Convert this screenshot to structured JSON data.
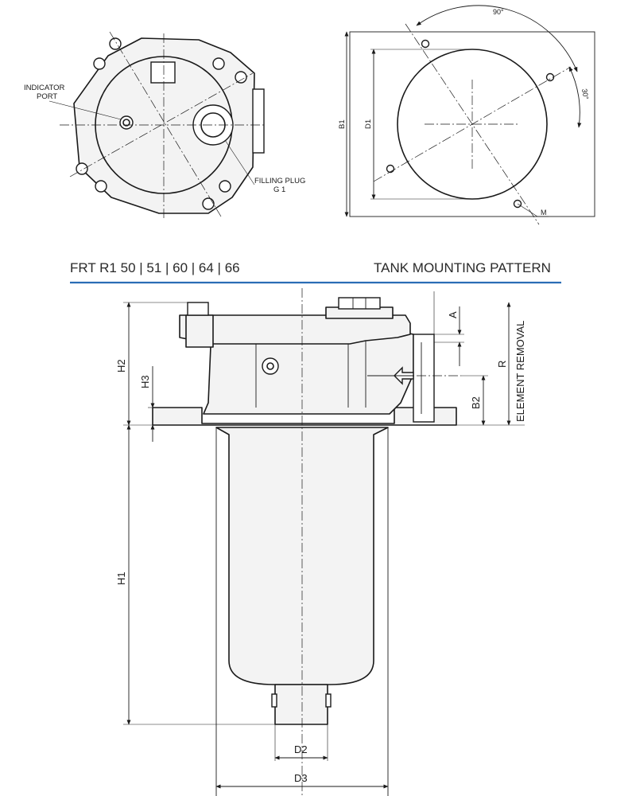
{
  "header": {
    "model_title": "FRT R1 50 | 51 | 60 | 64 | 66",
    "section_title": "TANK MOUNTING PATTERN",
    "rule_color": "#2a6db5"
  },
  "top_view": {
    "indicator_port_line1": "INDICATOR",
    "indicator_port_line2": "PORT",
    "filling_plug_line1": "FILLING PLUG",
    "filling_plug_line2": "G 1"
  },
  "mounting_pattern": {
    "b1": "B1",
    "d1": "D1",
    "angle_90": "90°",
    "angle_30": "30°",
    "m": "M"
  },
  "side_view": {
    "h1": "H1",
    "h2": "H2",
    "h3": "H3",
    "a": "A",
    "b2": "B2",
    "r": "R",
    "element_removal": "ELEMENT REMOVAL",
    "d2": "D2",
    "d3": "D3"
  }
}
